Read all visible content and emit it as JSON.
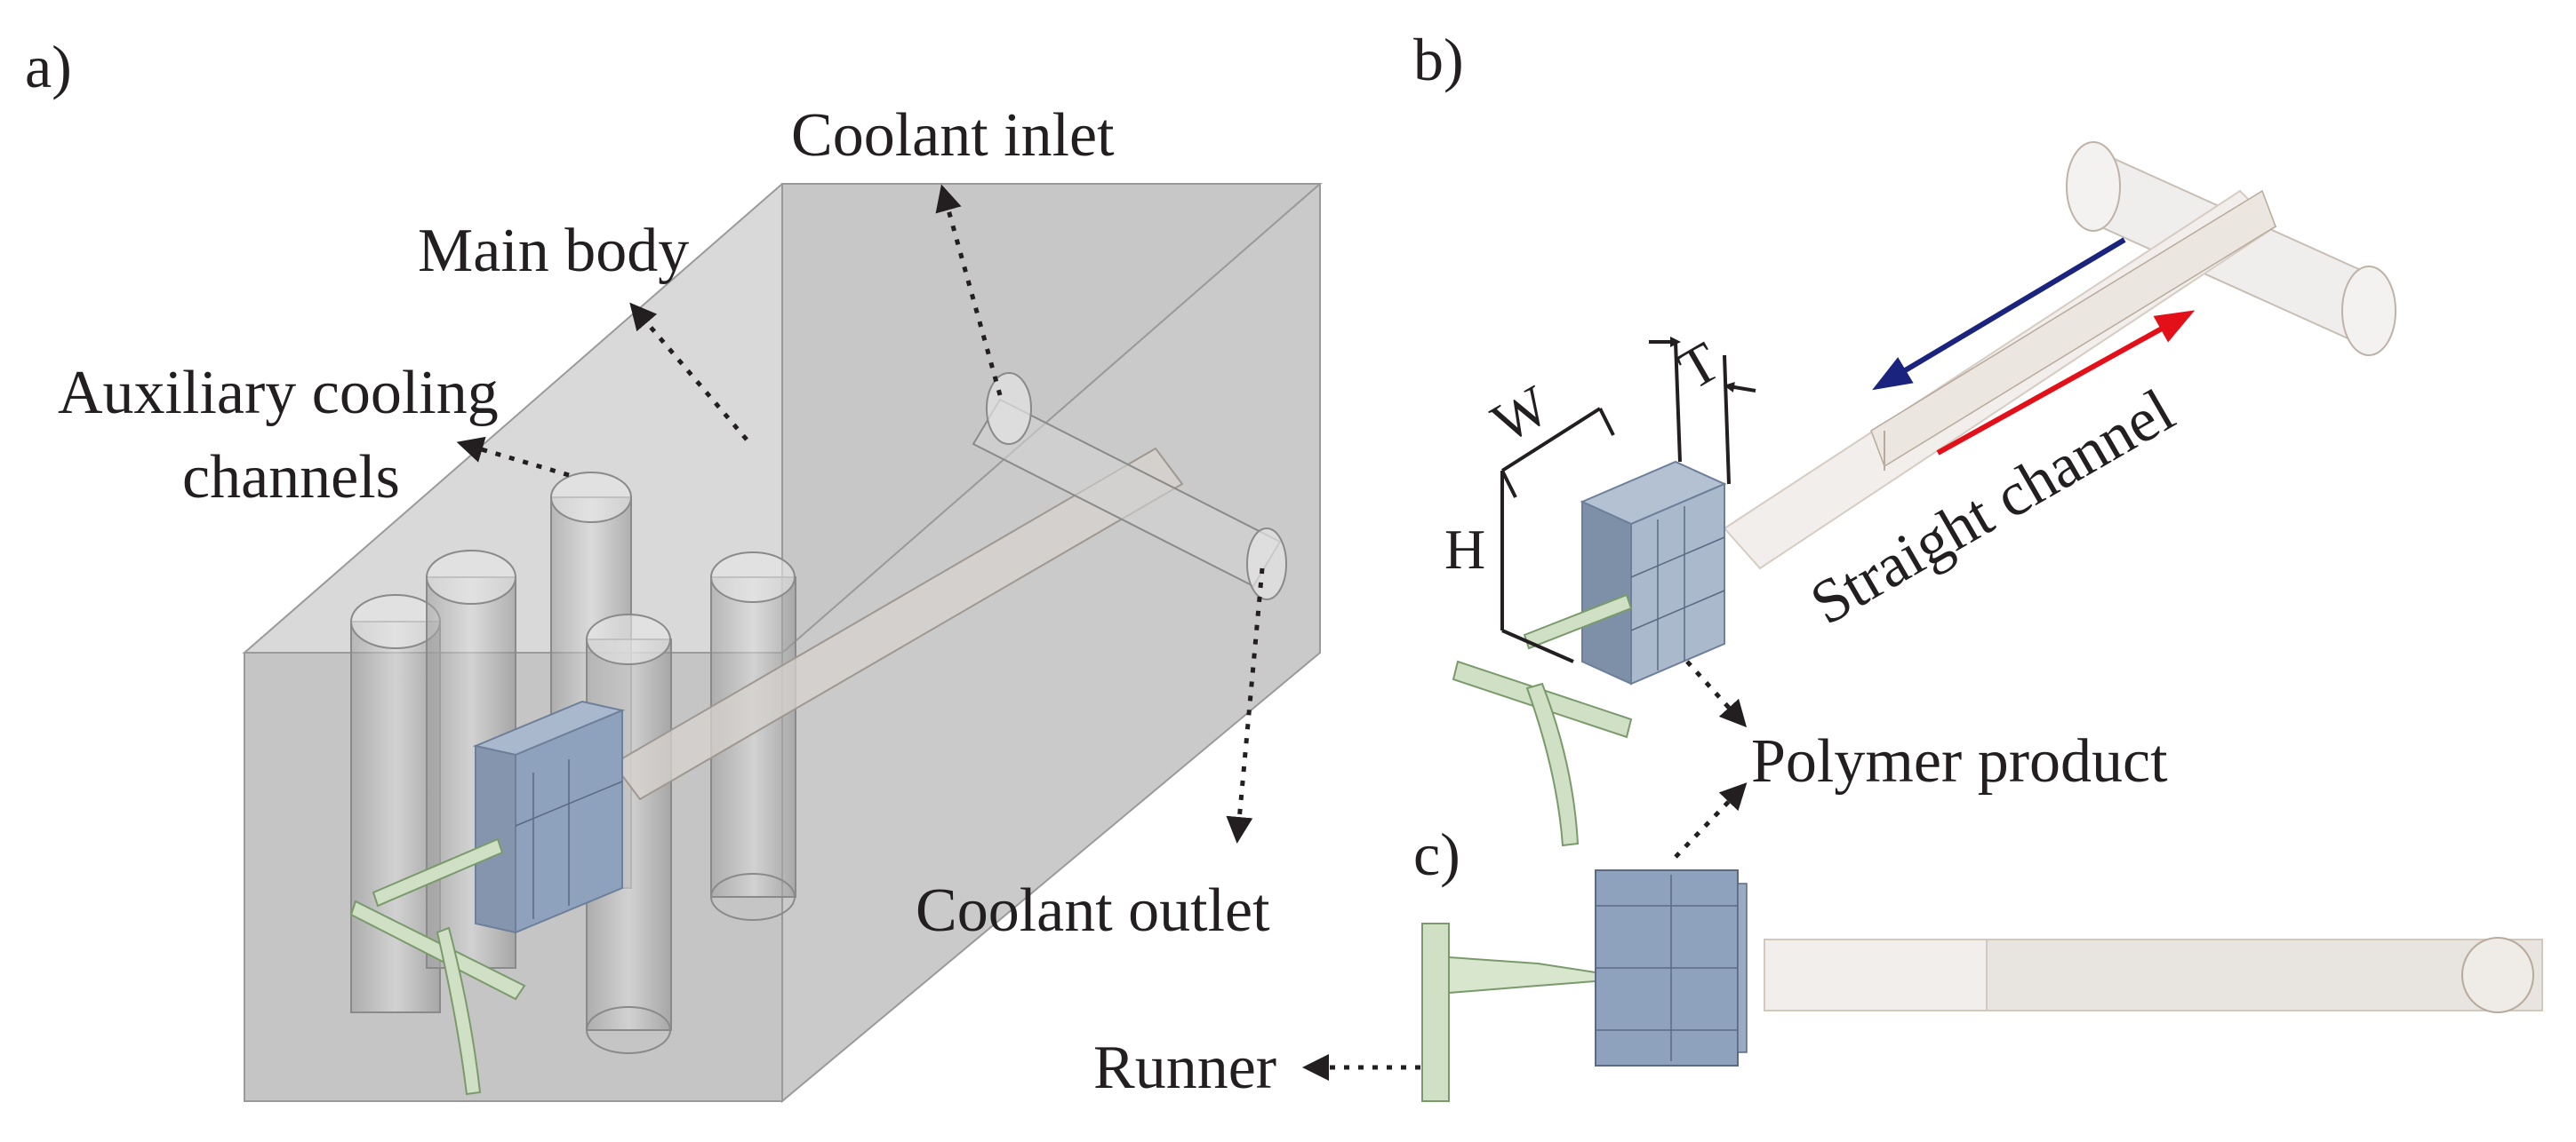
{
  "panels": {
    "a": "a)",
    "b": "b)",
    "c": "c)"
  },
  "labels": {
    "coolant_inlet": "Coolant inlet",
    "main_body": "Main body",
    "aux_cooling_line1": "Auxiliary cooling",
    "aux_cooling_line2": "channels",
    "coolant_outlet": "Coolant outlet",
    "polymer_product": "Polymer product",
    "straight_channel": "Straight channel",
    "runner": "Runner"
  },
  "dimensions": {
    "width": "W",
    "height": "H",
    "thickness": "T"
  },
  "colors": {
    "body_fill": "#c9c9c9",
    "product_fill": "#8fa2bd",
    "runner_fill": "#cfe0c4",
    "channel_fill": "#ece8e4",
    "arrow_blue": "#1a237e",
    "arrow_red": "#e3101a",
    "text": "#231f20"
  },
  "icons": {
    "flow_in": "blue-flow-arrow",
    "flow_out": "red-flow-arrow"
  }
}
